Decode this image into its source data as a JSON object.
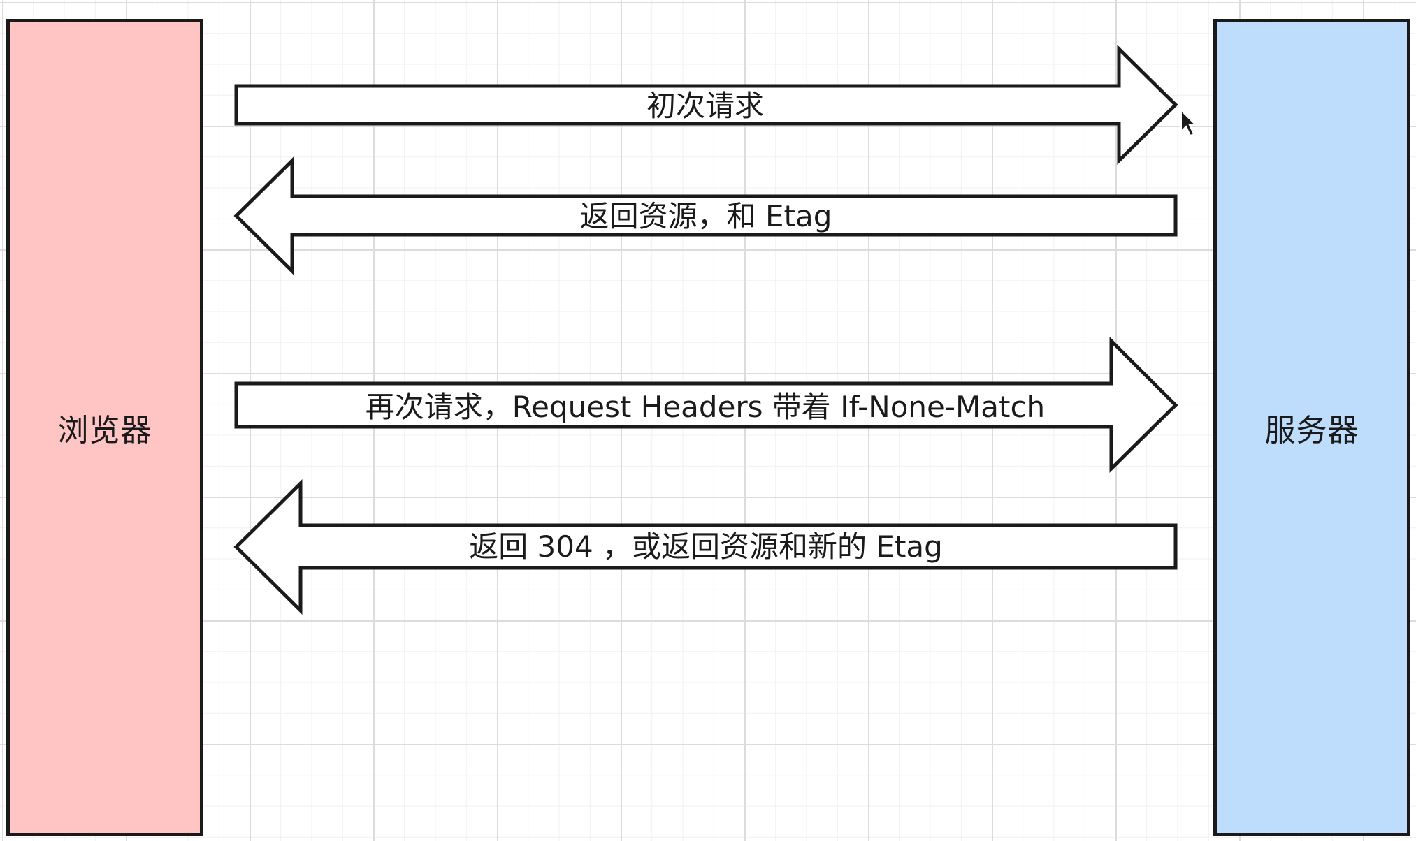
{
  "nodes": {
    "browser": {
      "label": "浏览器",
      "color": "#ffc4c4"
    },
    "server": {
      "label": "服务器",
      "color": "#bedcfc"
    }
  },
  "arrows": [
    {
      "label": "初次请求",
      "direction": "to-server"
    },
    {
      "label": "返回资源，和 Etag",
      "direction": "to-browser"
    },
    {
      "label": "再次请求，Request Headers 带着 If-None-Match",
      "direction": "to-server"
    },
    {
      "label": "返回 304 ，或返回资源和新的 Etag",
      "direction": "to-browser"
    }
  ],
  "colors": {
    "stroke": "#1a1a1a",
    "grid": "#dcdcdc",
    "arrow_fill": "#ffffff"
  }
}
